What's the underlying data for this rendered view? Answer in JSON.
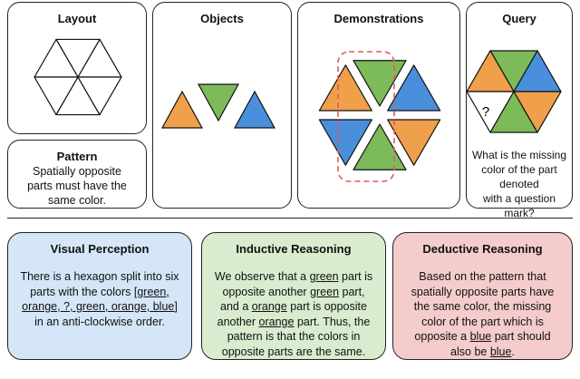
{
  "panels": {
    "layout": {
      "title": "Layout"
    },
    "objects": {
      "title": "Objects"
    },
    "demonstrations": {
      "title": "Demonstrations"
    },
    "query": {
      "title": "Query",
      "missing_mark": "?",
      "question": [
        "What is the missing",
        "color of the part denoted",
        "with a question mark?"
      ]
    },
    "pattern": {
      "title": "Pattern",
      "lines": [
        "Spatially opposite",
        "parts must have the",
        "same color."
      ]
    }
  },
  "reasoning": {
    "visual": {
      "title": "Visual Perception",
      "lines": [
        [
          {
            "t": "There is a hexagon split into six"
          }
        ],
        [
          {
            "t": "parts with the colors "
          },
          {
            "t": "[green,",
            "u": true
          }
        ],
        [
          {
            "t": "orange, ?, green, orange, blue]",
            "u": true
          }
        ],
        [
          {
            "t": "in an anti-clockwise order."
          }
        ]
      ]
    },
    "inductive": {
      "title": "Inductive Reasoning",
      "lines": [
        [
          {
            "t": "We observe that a "
          },
          {
            "t": "green",
            "u": true
          },
          {
            "t": " part is"
          }
        ],
        [
          {
            "t": "opposite another "
          },
          {
            "t": "green",
            "u": true
          },
          {
            "t": " part,"
          }
        ],
        [
          {
            "t": "and a "
          },
          {
            "t": "orange",
            "u": true
          },
          {
            "t": " part is opposite"
          }
        ],
        [
          {
            "t": "another "
          },
          {
            "t": "orange",
            "u": true
          },
          {
            "t": " part. Thus, the"
          }
        ],
        [
          {
            "t": "pattern is that the colors in"
          }
        ],
        [
          {
            "t": "opposite parts are the same."
          }
        ]
      ]
    },
    "deductive": {
      "title": "Deductive Reasoning",
      "lines": [
        [
          {
            "t": "Based on the pattern that"
          }
        ],
        [
          {
            "t": "spatially opposite parts have"
          }
        ],
        [
          {
            "t": "the same color, the missing"
          }
        ],
        [
          {
            "t": "color of the part which is"
          }
        ],
        [
          {
            "t": "opposite a "
          },
          {
            "t": "blue",
            "u": true
          },
          {
            "t": " part should"
          }
        ],
        [
          {
            "t": "also be "
          },
          {
            "t": "blue",
            "u": true
          },
          {
            "t": "."
          }
        ]
      ]
    }
  },
  "colors": {
    "green": "#7dbb5a",
    "orange": "#f0a04b",
    "blue": "#4a8fdb",
    "empty": "#ffffff",
    "dash": "#e05a5a",
    "visual_bg": "#d4e6f8",
    "inductive_bg": "#d9ecd0",
    "deductive_bg": "#f5cccc"
  }
}
